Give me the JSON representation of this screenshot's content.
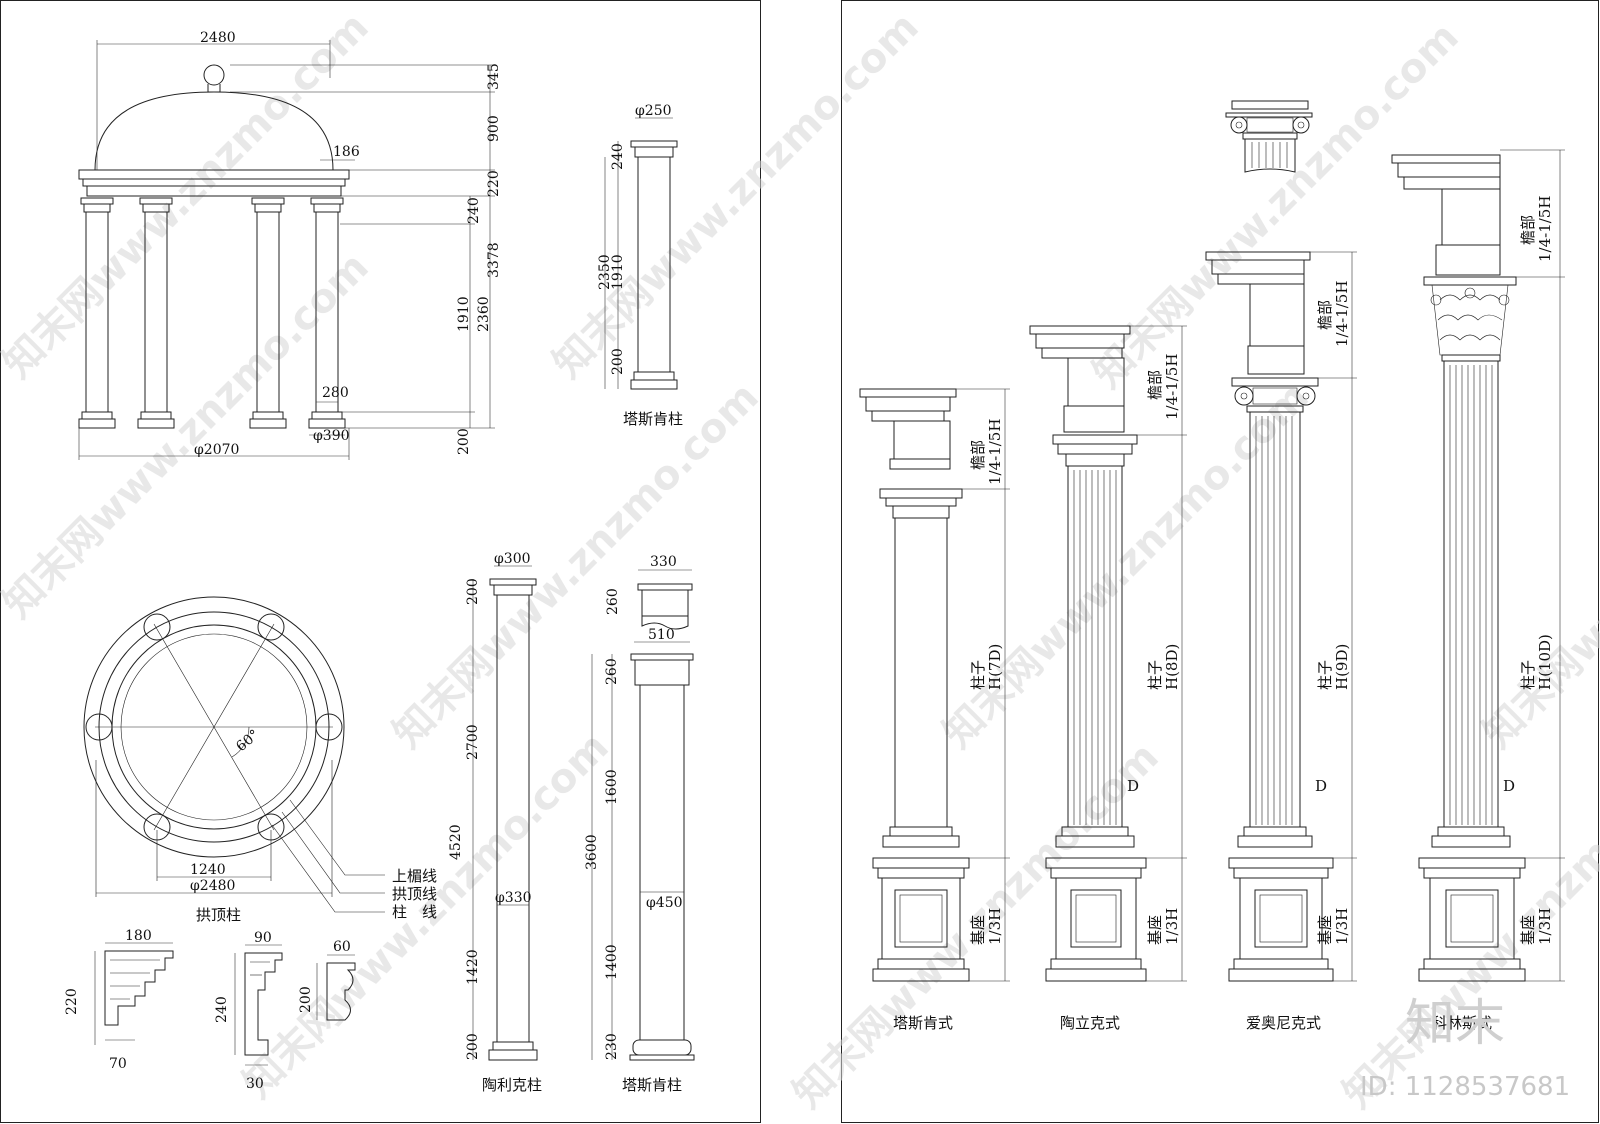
{
  "gazebo": {
    "dims": {
      "top_width": "2480",
      "finial": "345",
      "dome": "900",
      "dome_edge": "186",
      "entablature": "220",
      "capital": "240",
      "total": "3378",
      "shaft": "1910",
      "column": "2360",
      "base_w": "280",
      "base_d": "φ390",
      "plinth": "200",
      "span": "φ2070"
    }
  },
  "tuscan_small": {
    "dims": {
      "dia": "φ250",
      "cap": "240",
      "total": "2350",
      "shaft": "1910",
      "base": "200"
    },
    "caption": "塔斯肯柱"
  },
  "plan": {
    "angle": "60°",
    "inner": "1240",
    "outer": "φ2480",
    "caption": "拱顶柱",
    "legend": [
      "上楣线",
      "拱顶线",
      "柱　线"
    ]
  },
  "profiles": {
    "p1_w": "180",
    "p1_h": "220",
    "p1_b": "70",
    "p2_w": "90",
    "p2_h": "240",
    "p2_b": "30",
    "p3_w": "60",
    "p3_h": "200"
  },
  "doric_col": {
    "dims": {
      "top": "φ300",
      "cap": "200",
      "shaft": "2700",
      "total": "4520",
      "mid": "φ330",
      "low": "1420",
      "base": "200"
    },
    "caption": "陶利克柱"
  },
  "tuscan_col": {
    "dims": {
      "cap_w": "330",
      "cap_h": "260",
      "top": "510",
      "c2": "260",
      "upper": "1600",
      "total": "3600",
      "mid": "φ450",
      "lower": "1400",
      "base": "230"
    },
    "caption": "塔斯肯柱"
  },
  "orders": {
    "ent_label": "檐部",
    "ent_ratio": "1/4-1/5H",
    "shaft_label": "柱子",
    "ped_label": "基座",
    "ped_ratio": "1/3H",
    "d": "D",
    "items": [
      {
        "name": "塔斯肯式",
        "ratio": "H(7D)"
      },
      {
        "name": "陶立克式",
        "ratio": "H(8D)"
      },
      {
        "name": "爱奥尼克式",
        "ratio": "H(9D)"
      },
      {
        "name": "科林斯式",
        "ratio": "H(10D)"
      }
    ]
  },
  "watermark": {
    "text": "知末网www.znzmo.com",
    "logo": "知末",
    "id": "ID: 1128537681"
  }
}
